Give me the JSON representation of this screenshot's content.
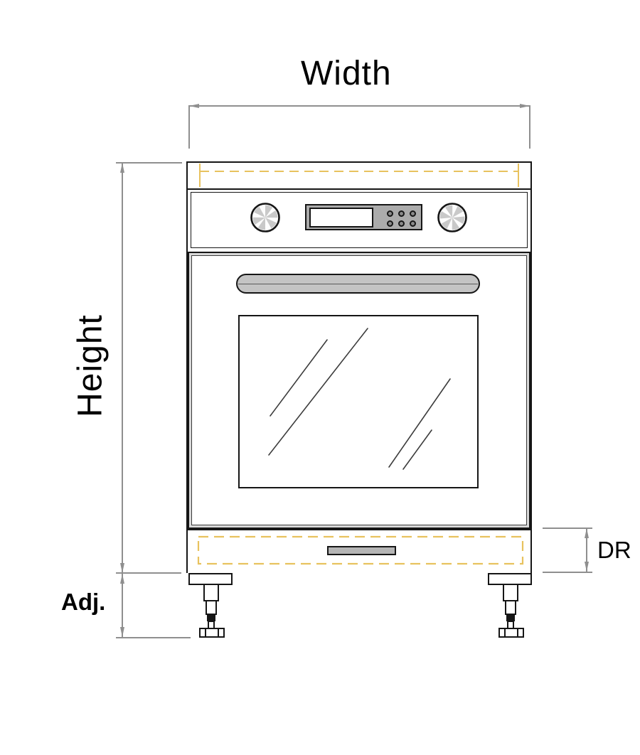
{
  "figure": {
    "description": "Front elevation dimension diagram of a built-in oven cabinet with bottom drawer and adjustable feet"
  },
  "labels": {
    "width": "Width",
    "height": "Height",
    "drawer": "DR",
    "adjustable": "Adj."
  },
  "colors": {
    "outline": "#161616",
    "dimension_line": "#8f8f8f",
    "highlight_dashed": "#e8c25e",
    "door_handle": "#c4c4c4",
    "drawer_handle": "#b5b5b5",
    "display_panel": "#ababab",
    "door_frame_shade": "#d8d8d8",
    "background": "#ffffff"
  },
  "components": {
    "knob_count": 2,
    "display_button_rows": 2,
    "display_button_cols": 3,
    "feet_count": 2,
    "glass_reflection_lines": 4
  }
}
